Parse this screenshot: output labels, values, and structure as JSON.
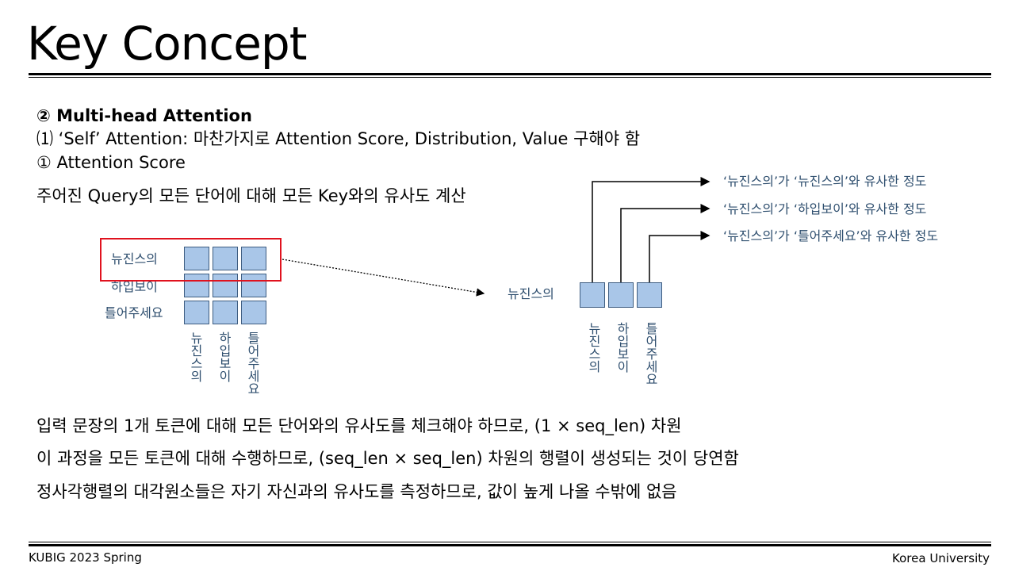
{
  "slide": {
    "title": "Key Concept",
    "section": "② Multi-head Attention",
    "line1": "⑴ ‘Self’ Attention: 마찬가지로 Attention Score, Distribution, Value 구해야 함",
    "line2": "① Attention Score",
    "line3": "주어진 Query의 모든 단어에 대해 모든 Key와의 유사도 계산"
  },
  "left_matrix": {
    "row_labels": [
      "뉴진스의",
      "하입보이",
      "틀어주세요"
    ],
    "col_labels": [
      "뉴진스의",
      "하입보이",
      "틀어주세요"
    ]
  },
  "right_vector": {
    "row_label": "뉴진스의",
    "col_labels": [
      "뉴진스의",
      "하입보이",
      "틀어주세요"
    ],
    "annotations": [
      "‘뉴진스의’가 ‘뉴진스의’와 유사한 정도",
      "‘뉴진스의’가 ‘하입보이’와 유사한 정도",
      "‘뉴진스의’가 ‘틀어주세요’와 유사한 정도"
    ]
  },
  "bottom_text": [
    "입력 문장의 1개 토큰에 대해 모든 단어와의 유사도를 체크해야 하므로, (1 × seq_len) 차원",
    "이 과정을 모든 토큰에 대해 수행하므로, (seq_len × seq_len) 차원의 행렬이 생성되는 것이 당연함",
    "정사각행렬의 대각원소들은 자기 자신과의 유사도를 측정하므로, 값이 높게 나올 수밖에 없음"
  ],
  "footer": {
    "left": "KUBIG 2023 Spring",
    "right": "Korea University"
  },
  "colors": {
    "cell_fill": "#a9c6e8",
    "cell_border": "#3d5c80",
    "label_text": "#2f4f6f",
    "highlight": "#e0121e"
  }
}
